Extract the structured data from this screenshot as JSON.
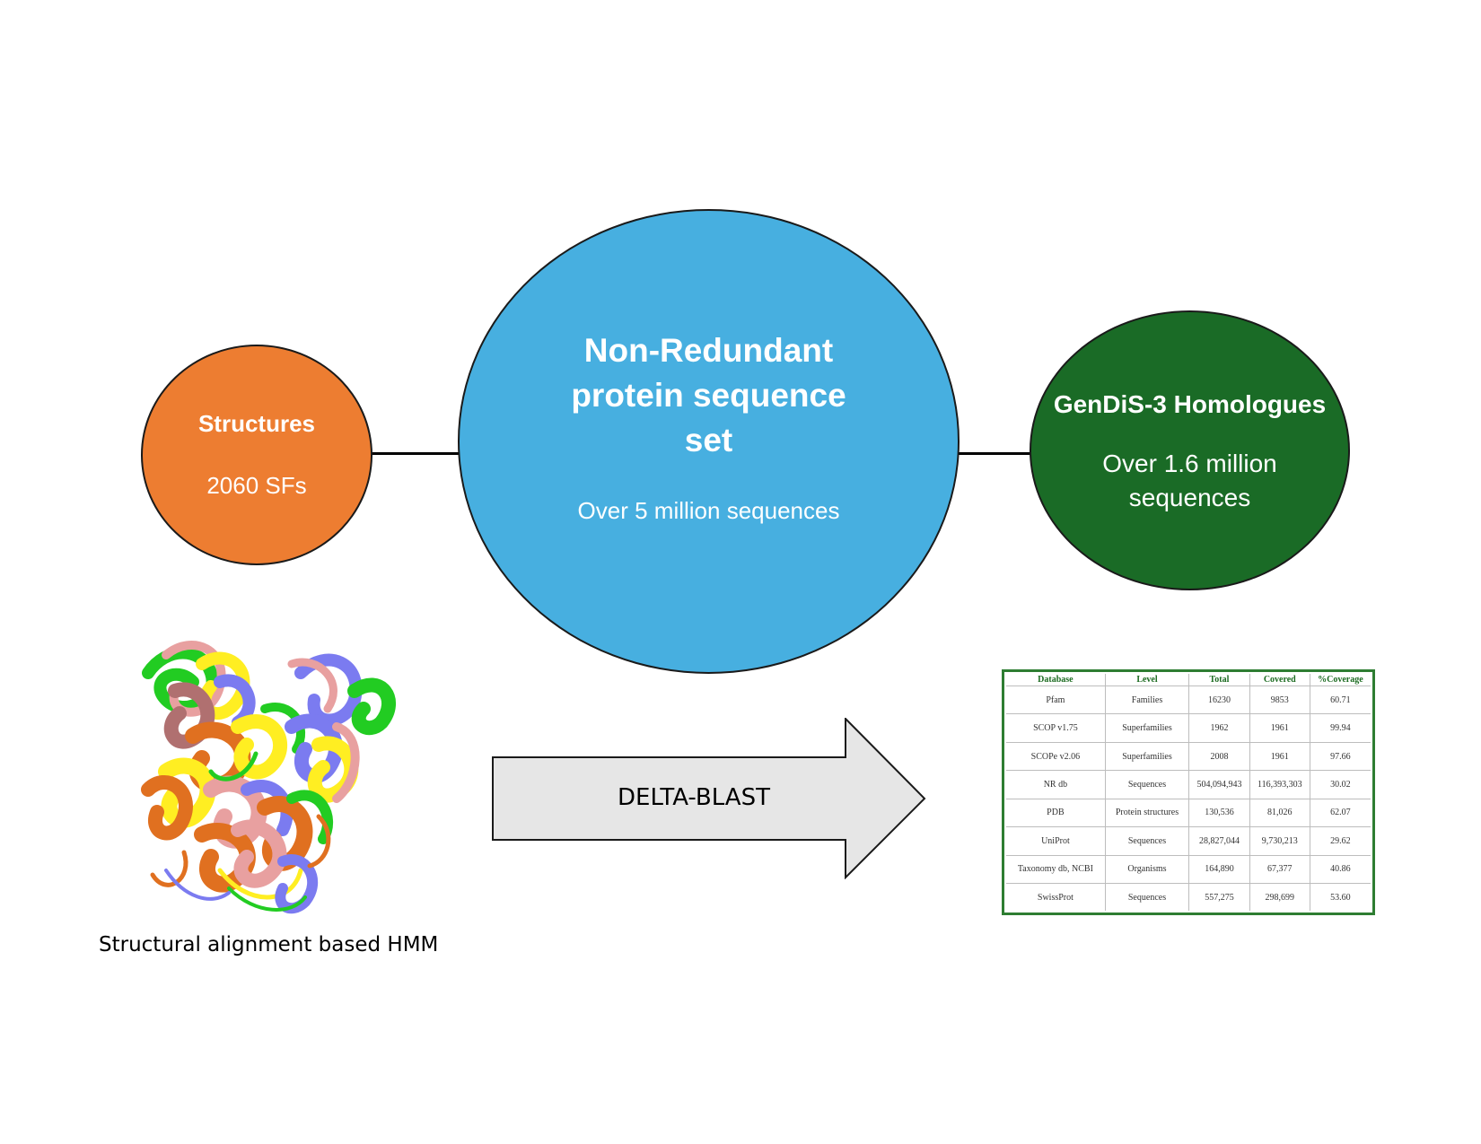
{
  "structures": {
    "title": "Structures",
    "subtitle": "2060 SFs",
    "color": "#ed7d31"
  },
  "nr_set": {
    "title": "Non-Redundant protein sequence set",
    "subtitle": "Over 5 million sequences",
    "color": "#47afe0"
  },
  "gendis": {
    "title": "GenDiS-3 Homologues",
    "subtitle": "Over 1.6 million sequences",
    "color": "#1a6b26"
  },
  "protein_caption": "Structural alignment based HMM",
  "arrow_label": "DELTA-BLAST",
  "table": {
    "headers": [
      "Database",
      "Level",
      "Total",
      "Covered",
      "%Coverage"
    ],
    "rows": [
      [
        "Pfam",
        "Families",
        "16230",
        "9853",
        "60.71"
      ],
      [
        "SCOP v1.75",
        "Superfamilies",
        "1962",
        "1961",
        "99.94"
      ],
      [
        "SCOPe v2.06",
        "Superfamilies",
        "2008",
        "1961",
        "97.66"
      ],
      [
        "NR db",
        "Sequences",
        "504,094,943",
        "116,393,303",
        "30.02"
      ],
      [
        "PDB",
        "Protein structures",
        "130,536",
        "81,026",
        "62.07"
      ],
      [
        "UniProt",
        "Sequences",
        "28,827,044",
        "9,730,213",
        "29.62"
      ],
      [
        "Taxonomy db, NCBI",
        "Organisms",
        "164,890",
        "67,377",
        "40.86"
      ],
      [
        "SwissProt",
        "Sequences",
        "557,275",
        "298,699",
        "53.60"
      ]
    ]
  }
}
